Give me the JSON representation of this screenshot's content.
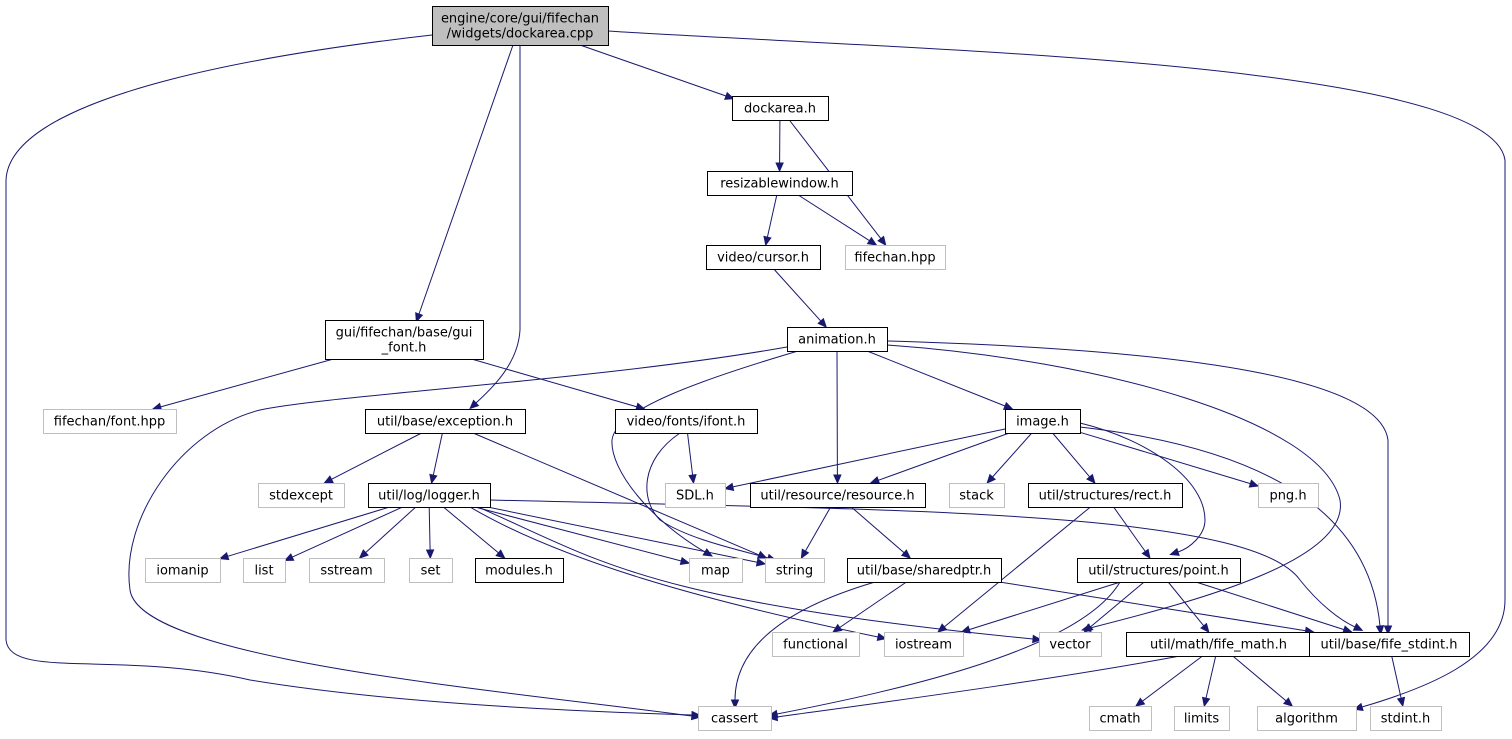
{
  "graph": {
    "type": "include-dependency-graph",
    "colors": {
      "edge": "#191970",
      "root_fill": "#bfbfbf",
      "root_border": "#000000",
      "internal_border": "#000000",
      "external_border": "#bfbfbf",
      "node_fill": "#ffffff"
    },
    "nodes": [
      {
        "id": "root",
        "lines": [
          "engine/core/gui/fifechan",
          "/widgets/dockarea.cpp"
        ],
        "kind": "root"
      },
      {
        "id": "dockarea",
        "lines": [
          "dockarea.h"
        ],
        "kind": "internal"
      },
      {
        "id": "resizable",
        "lines": [
          "resizablewindow.h"
        ],
        "kind": "internal"
      },
      {
        "id": "fifechanhpp",
        "lines": [
          "fifechan.hpp"
        ],
        "kind": "external"
      },
      {
        "id": "cursor",
        "lines": [
          "video/cursor.h"
        ],
        "kind": "internal"
      },
      {
        "id": "animation",
        "lines": [
          "animation.h"
        ],
        "kind": "internal"
      },
      {
        "id": "guifont",
        "lines": [
          "gui/fifechan/base/gui",
          "_font.h"
        ],
        "kind": "internal"
      },
      {
        "id": "fontfpp",
        "lines": [
          "fifechan/font.hpp"
        ],
        "kind": "external"
      },
      {
        "id": "exception",
        "lines": [
          "util/base/exception.h"
        ],
        "kind": "internal"
      },
      {
        "id": "ifont",
        "lines": [
          "video/fonts/ifont.h"
        ],
        "kind": "internal"
      },
      {
        "id": "image",
        "lines": [
          "image.h"
        ],
        "kind": "internal"
      },
      {
        "id": "stdexcept",
        "lines": [
          "stdexcept"
        ],
        "kind": "external"
      },
      {
        "id": "logger",
        "lines": [
          "util/log/logger.h"
        ],
        "kind": "internal"
      },
      {
        "id": "sdl",
        "lines": [
          "SDL.h"
        ],
        "kind": "external"
      },
      {
        "id": "resource",
        "lines": [
          "util/resource/resource.h"
        ],
        "kind": "internal"
      },
      {
        "id": "stack",
        "lines": [
          "stack"
        ],
        "kind": "external"
      },
      {
        "id": "rect",
        "lines": [
          "util/structures/rect.h"
        ],
        "kind": "internal"
      },
      {
        "id": "png",
        "lines": [
          "png.h"
        ],
        "kind": "external"
      },
      {
        "id": "iomanip",
        "lines": [
          "iomanip"
        ],
        "kind": "external"
      },
      {
        "id": "list",
        "lines": [
          "list"
        ],
        "kind": "external"
      },
      {
        "id": "sstream",
        "lines": [
          "sstream"
        ],
        "kind": "external"
      },
      {
        "id": "set",
        "lines": [
          "set"
        ],
        "kind": "external"
      },
      {
        "id": "modules",
        "lines": [
          "modules.h"
        ],
        "kind": "internal"
      },
      {
        "id": "map",
        "lines": [
          "map"
        ],
        "kind": "external"
      },
      {
        "id": "string",
        "lines": [
          "string"
        ],
        "kind": "external"
      },
      {
        "id": "sharedptr",
        "lines": [
          "util/base/sharedptr.h"
        ],
        "kind": "internal"
      },
      {
        "id": "point",
        "lines": [
          "util/structures/point.h"
        ],
        "kind": "internal"
      },
      {
        "id": "functional",
        "lines": [
          "functional"
        ],
        "kind": "external"
      },
      {
        "id": "iostream",
        "lines": [
          "iostream"
        ],
        "kind": "external"
      },
      {
        "id": "vector",
        "lines": [
          "vector"
        ],
        "kind": "external"
      },
      {
        "id": "fifemath",
        "lines": [
          "util/math/fife_math.h"
        ],
        "kind": "internal"
      },
      {
        "id": "fifestdint",
        "lines": [
          "util/base/fife_stdint.h"
        ],
        "kind": "internal"
      },
      {
        "id": "cassert",
        "lines": [
          "cassert"
        ],
        "kind": "external"
      },
      {
        "id": "cmath",
        "lines": [
          "cmath"
        ],
        "kind": "external"
      },
      {
        "id": "limits",
        "lines": [
          "limits"
        ],
        "kind": "external"
      },
      {
        "id": "algorithm",
        "lines": [
          "algorithm"
        ],
        "kind": "external"
      },
      {
        "id": "stdinth",
        "lines": [
          "stdint.h"
        ],
        "kind": "external"
      }
    ],
    "edges": [
      [
        "root",
        "dockarea"
      ],
      [
        "root",
        "guifont"
      ],
      [
        "root",
        "exception"
      ],
      [
        "root",
        "cassert"
      ],
      [
        "root",
        "algorithm"
      ],
      [
        "dockarea",
        "resizable"
      ],
      [
        "dockarea",
        "fifechanhpp"
      ],
      [
        "resizable",
        "cursor"
      ],
      [
        "resizable",
        "fifechanhpp"
      ],
      [
        "cursor",
        "animation"
      ],
      [
        "animation",
        "image"
      ],
      [
        "animation",
        "resource"
      ],
      [
        "animation",
        "map"
      ],
      [
        "animation",
        "cassert"
      ],
      [
        "animation",
        "vector"
      ],
      [
        "animation",
        "fifestdint"
      ],
      [
        "guifont",
        "fontfpp"
      ],
      [
        "guifont",
        "ifont"
      ],
      [
        "exception",
        "stdexcept"
      ],
      [
        "exception",
        "logger"
      ],
      [
        "exception",
        "string"
      ],
      [
        "ifont",
        "sdl"
      ],
      [
        "ifont",
        "string"
      ],
      [
        "image",
        "sdl"
      ],
      [
        "image",
        "resource"
      ],
      [
        "image",
        "stack"
      ],
      [
        "image",
        "rect"
      ],
      [
        "image",
        "png"
      ],
      [
        "image",
        "point"
      ],
      [
        "image",
        "fifestdint"
      ],
      [
        "logger",
        "iomanip"
      ],
      [
        "logger",
        "list"
      ],
      [
        "logger",
        "sstream"
      ],
      [
        "logger",
        "set"
      ],
      [
        "logger",
        "modules"
      ],
      [
        "logger",
        "map"
      ],
      [
        "logger",
        "string"
      ],
      [
        "logger",
        "iostream"
      ],
      [
        "logger",
        "vector"
      ],
      [
        "logger",
        "fifestdint"
      ],
      [
        "resource",
        "string"
      ],
      [
        "resource",
        "sharedptr"
      ],
      [
        "rect",
        "point"
      ],
      [
        "rect",
        "iostream"
      ],
      [
        "sharedptr",
        "functional"
      ],
      [
        "sharedptr",
        "cassert"
      ],
      [
        "sharedptr",
        "fifestdint"
      ],
      [
        "point",
        "iostream"
      ],
      [
        "point",
        "vector"
      ],
      [
        "point",
        "cassert"
      ],
      [
        "point",
        "fifemath"
      ],
      [
        "point",
        "fifestdint"
      ],
      [
        "fifemath",
        "cassert"
      ],
      [
        "fifemath",
        "cmath"
      ],
      [
        "fifemath",
        "limits"
      ],
      [
        "fifemath",
        "algorithm"
      ],
      [
        "fifestdint",
        "stdinth"
      ]
    ]
  }
}
